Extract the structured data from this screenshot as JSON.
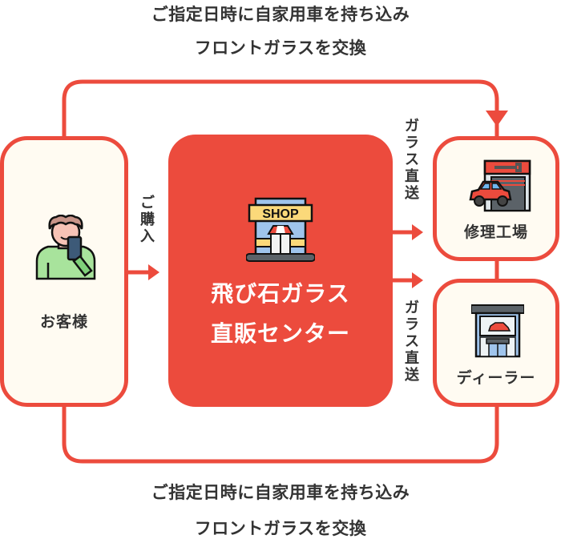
{
  "top_caption": {
    "line1": "ご指定日時に自家用車を持ち込み",
    "line2": "フロントガラスを交換"
  },
  "bottom_caption": {
    "line1": "ご指定日時に自家用車を持ち込み",
    "line2": "フロントガラスを交換"
  },
  "nodes": {
    "customer": {
      "label": "お客様",
      "icon": "person-with-phone-icon"
    },
    "center": {
      "line1": "飛び石ガラス",
      "line2": "直販センター",
      "icon": "shop-icon",
      "shop_sign": "SHOP"
    },
    "repair_shop": {
      "label": "修理工場",
      "icon": "garage-car-icon"
    },
    "dealer": {
      "label": "ディーラー",
      "icon": "car-dealership-icon"
    }
  },
  "edges": {
    "purchase": {
      "chars": [
        "ご",
        "購",
        "入"
      ]
    },
    "ship_to_repair": {
      "chars": [
        "ガ",
        "ラ",
        "ス",
        "直",
        "送"
      ]
    },
    "ship_to_dealer": {
      "chars": [
        "ガ",
        "ラ",
        "ス",
        "直",
        "送"
      ]
    }
  },
  "colors": {
    "accent": "#ec4b3d",
    "box_fill": "#fffbf2",
    "text": "#333333"
  }
}
